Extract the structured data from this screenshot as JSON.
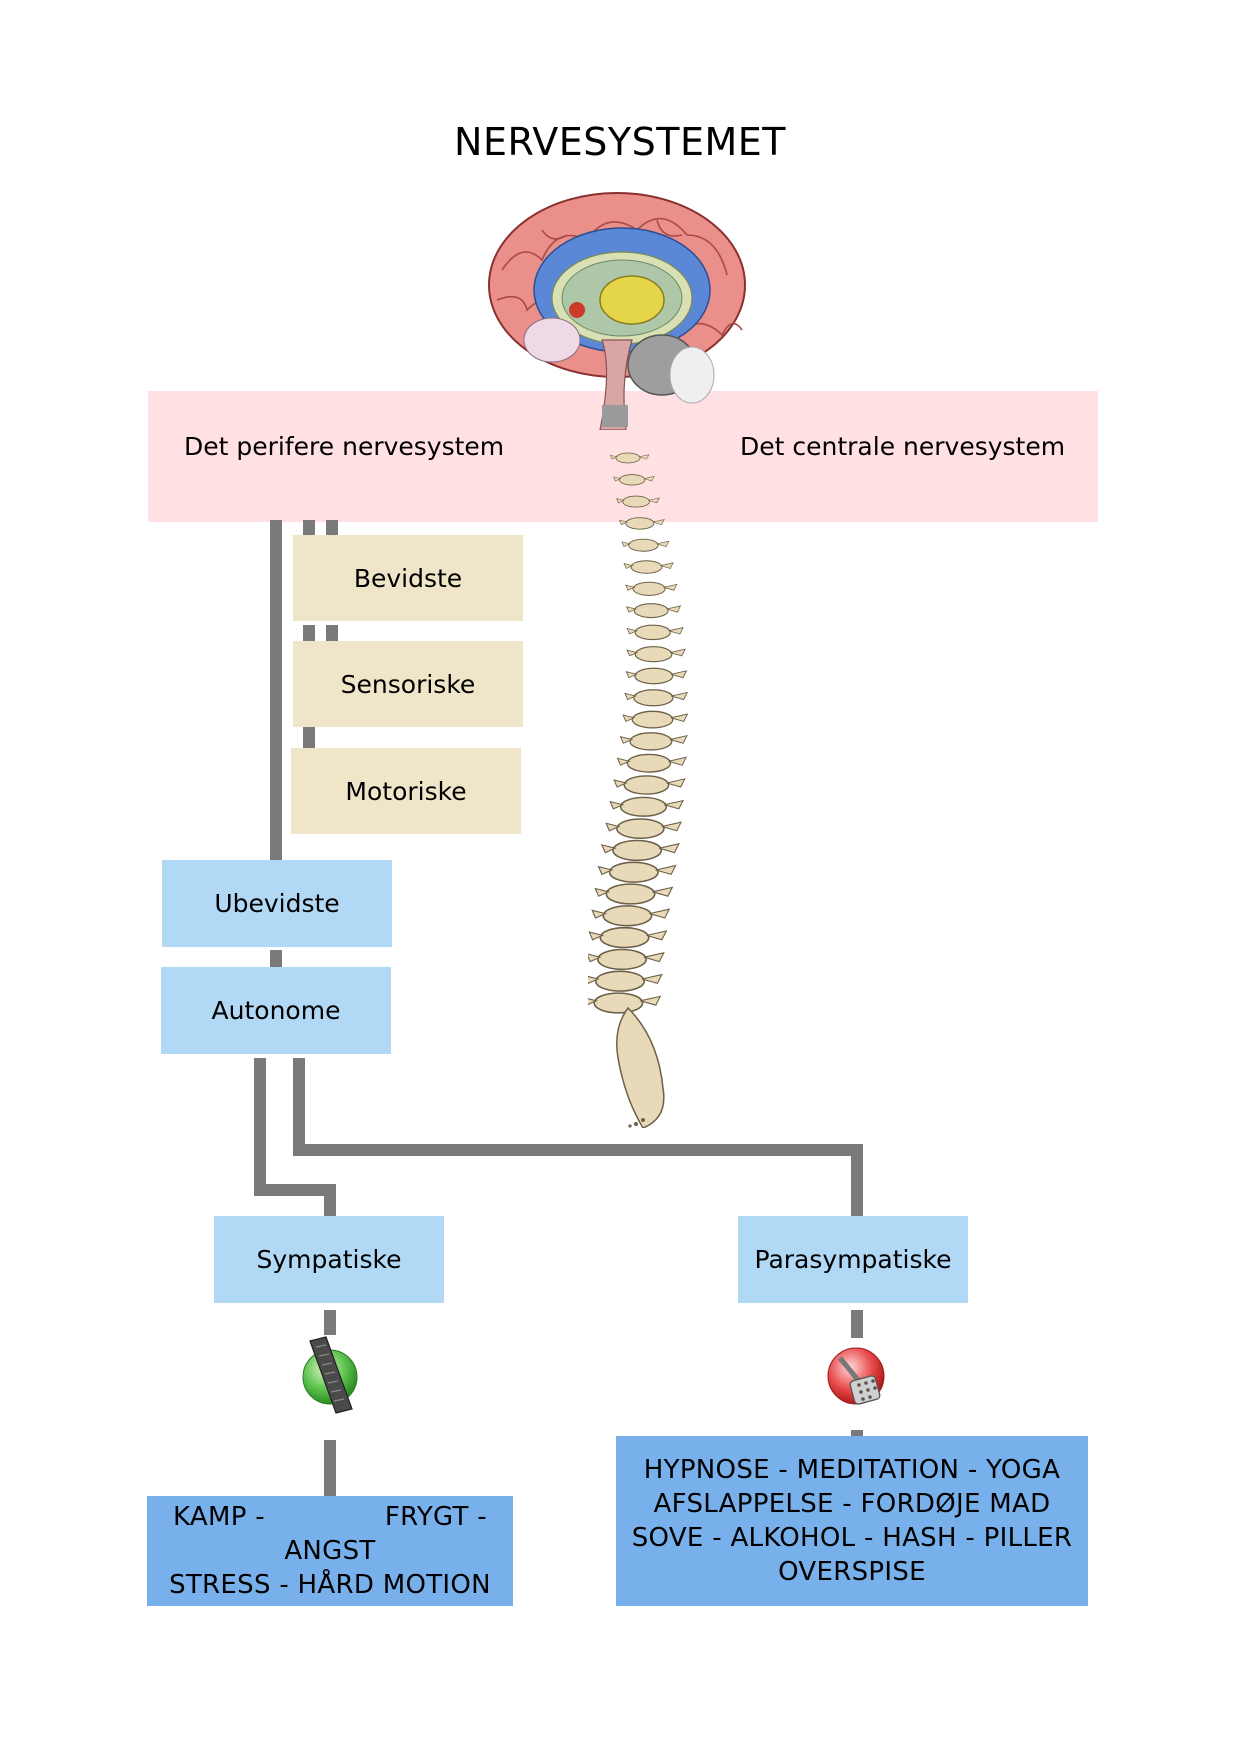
{
  "title": "NERVESYSTEMET",
  "band": {
    "left_label": "Det perifere nervesystem",
    "right_label": "Det centrale nervesystem"
  },
  "boxes": {
    "bevidste": "Bevidste",
    "sensoriske": "Sensoriske",
    "motoriske": "Motoriske",
    "ubevidste": "Ubevidste",
    "autonome": "Autonome",
    "sympatiske": "Sympatiske",
    "parasympatiske": "Parasympatiske"
  },
  "sympathetic_effects": {
    "line1": "KAMP -              FRYGT -",
    "line2": "ANGST",
    "line3": "STRESS - HÅRD MOTION"
  },
  "parasympathetic_effects": {
    "line1": "HYPNOSE - MEDITATION - YOGA",
    "line2": "AFSLAPPELSE - FORDØJE MAD",
    "line3": "SOVE - ALKOHOL - HASH - PILLER",
    "line4": "OVERSPISE"
  },
  "icons": {
    "accelerator": "accelerator-pedal-icon",
    "brake": "brake-pedal-icon",
    "brain": "brain-illustration",
    "spine": "spine-illustration"
  },
  "colors": {
    "band": "#ffe0e3",
    "tan_box": "#efe6c9",
    "light_blue_box": "#b1d8f4",
    "dark_blue_box": "#77b0ea",
    "wire": "#7a7a7a"
  }
}
